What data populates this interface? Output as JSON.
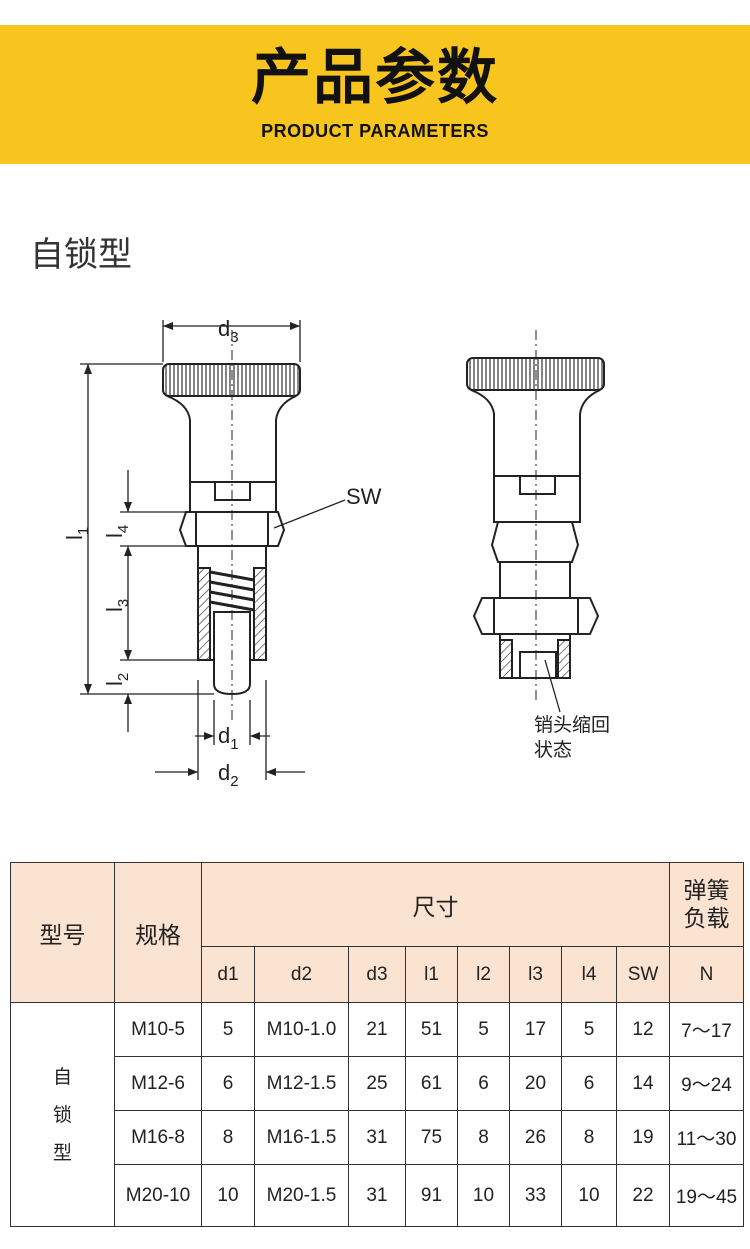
{
  "banner": {
    "title": "产品参数",
    "subtitle": "PRODUCT PARAMETERS"
  },
  "section_title": "自锁型",
  "drawing": {
    "labels": {
      "d3": "d",
      "d3_sub": "3",
      "l1": "l",
      "l1_sub": "1",
      "l4": "l",
      "l4_sub": "4",
      "l3": "l",
      "l3_sub": "3",
      "l2": "l",
      "l2_sub": "2",
      "d1": "d",
      "d1_sub": "1",
      "d2": "d",
      "d2_sub": "2",
      "sw": "SW"
    },
    "note_line1": "销头缩回",
    "note_line2": "状态"
  },
  "table": {
    "header": {
      "type": "型号",
      "spec": "规格",
      "size": "尺寸",
      "spring_line1": "弹簧",
      "spring_line2": "负载",
      "cols": [
        "d1",
        "d2",
        "d3",
        "l1",
        "l2",
        "l3",
        "l4",
        "SW"
      ],
      "spring_unit": "N"
    },
    "type_chars": [
      "自",
      "锁",
      "型"
    ],
    "rows": [
      {
        "spec": "M10-5",
        "d1": "5",
        "d2": "M10-1.0",
        "d3": "21",
        "l1": "51",
        "l2": "5",
        "l3": "17",
        "l4": "5",
        "sw": "12",
        "n": "7～17"
      },
      {
        "spec": "M12-6",
        "d1": "6",
        "d2": "M12-1.5",
        "d3": "25",
        "l1": "61",
        "l2": "6",
        "l3": "20",
        "l4": "6",
        "sw": "14",
        "n": "9～24"
      },
      {
        "spec": "M16-8",
        "d1": "8",
        "d2": "M16-1.5",
        "d3": "31",
        "l1": "75",
        "l2": "8",
        "l3": "26",
        "l4": "8",
        "sw": "19",
        "n": "11～30"
      },
      {
        "spec": "M20-10",
        "d1": "10",
        "d2": "M20-1.5",
        "d3": "31",
        "l1": "91",
        "l2": "10",
        "l3": "33",
        "l4": "10",
        "sw": "22",
        "n": "19～45"
      }
    ]
  },
  "colors": {
    "banner": "#f8c41e",
    "header_bg": "#fae3d1"
  }
}
